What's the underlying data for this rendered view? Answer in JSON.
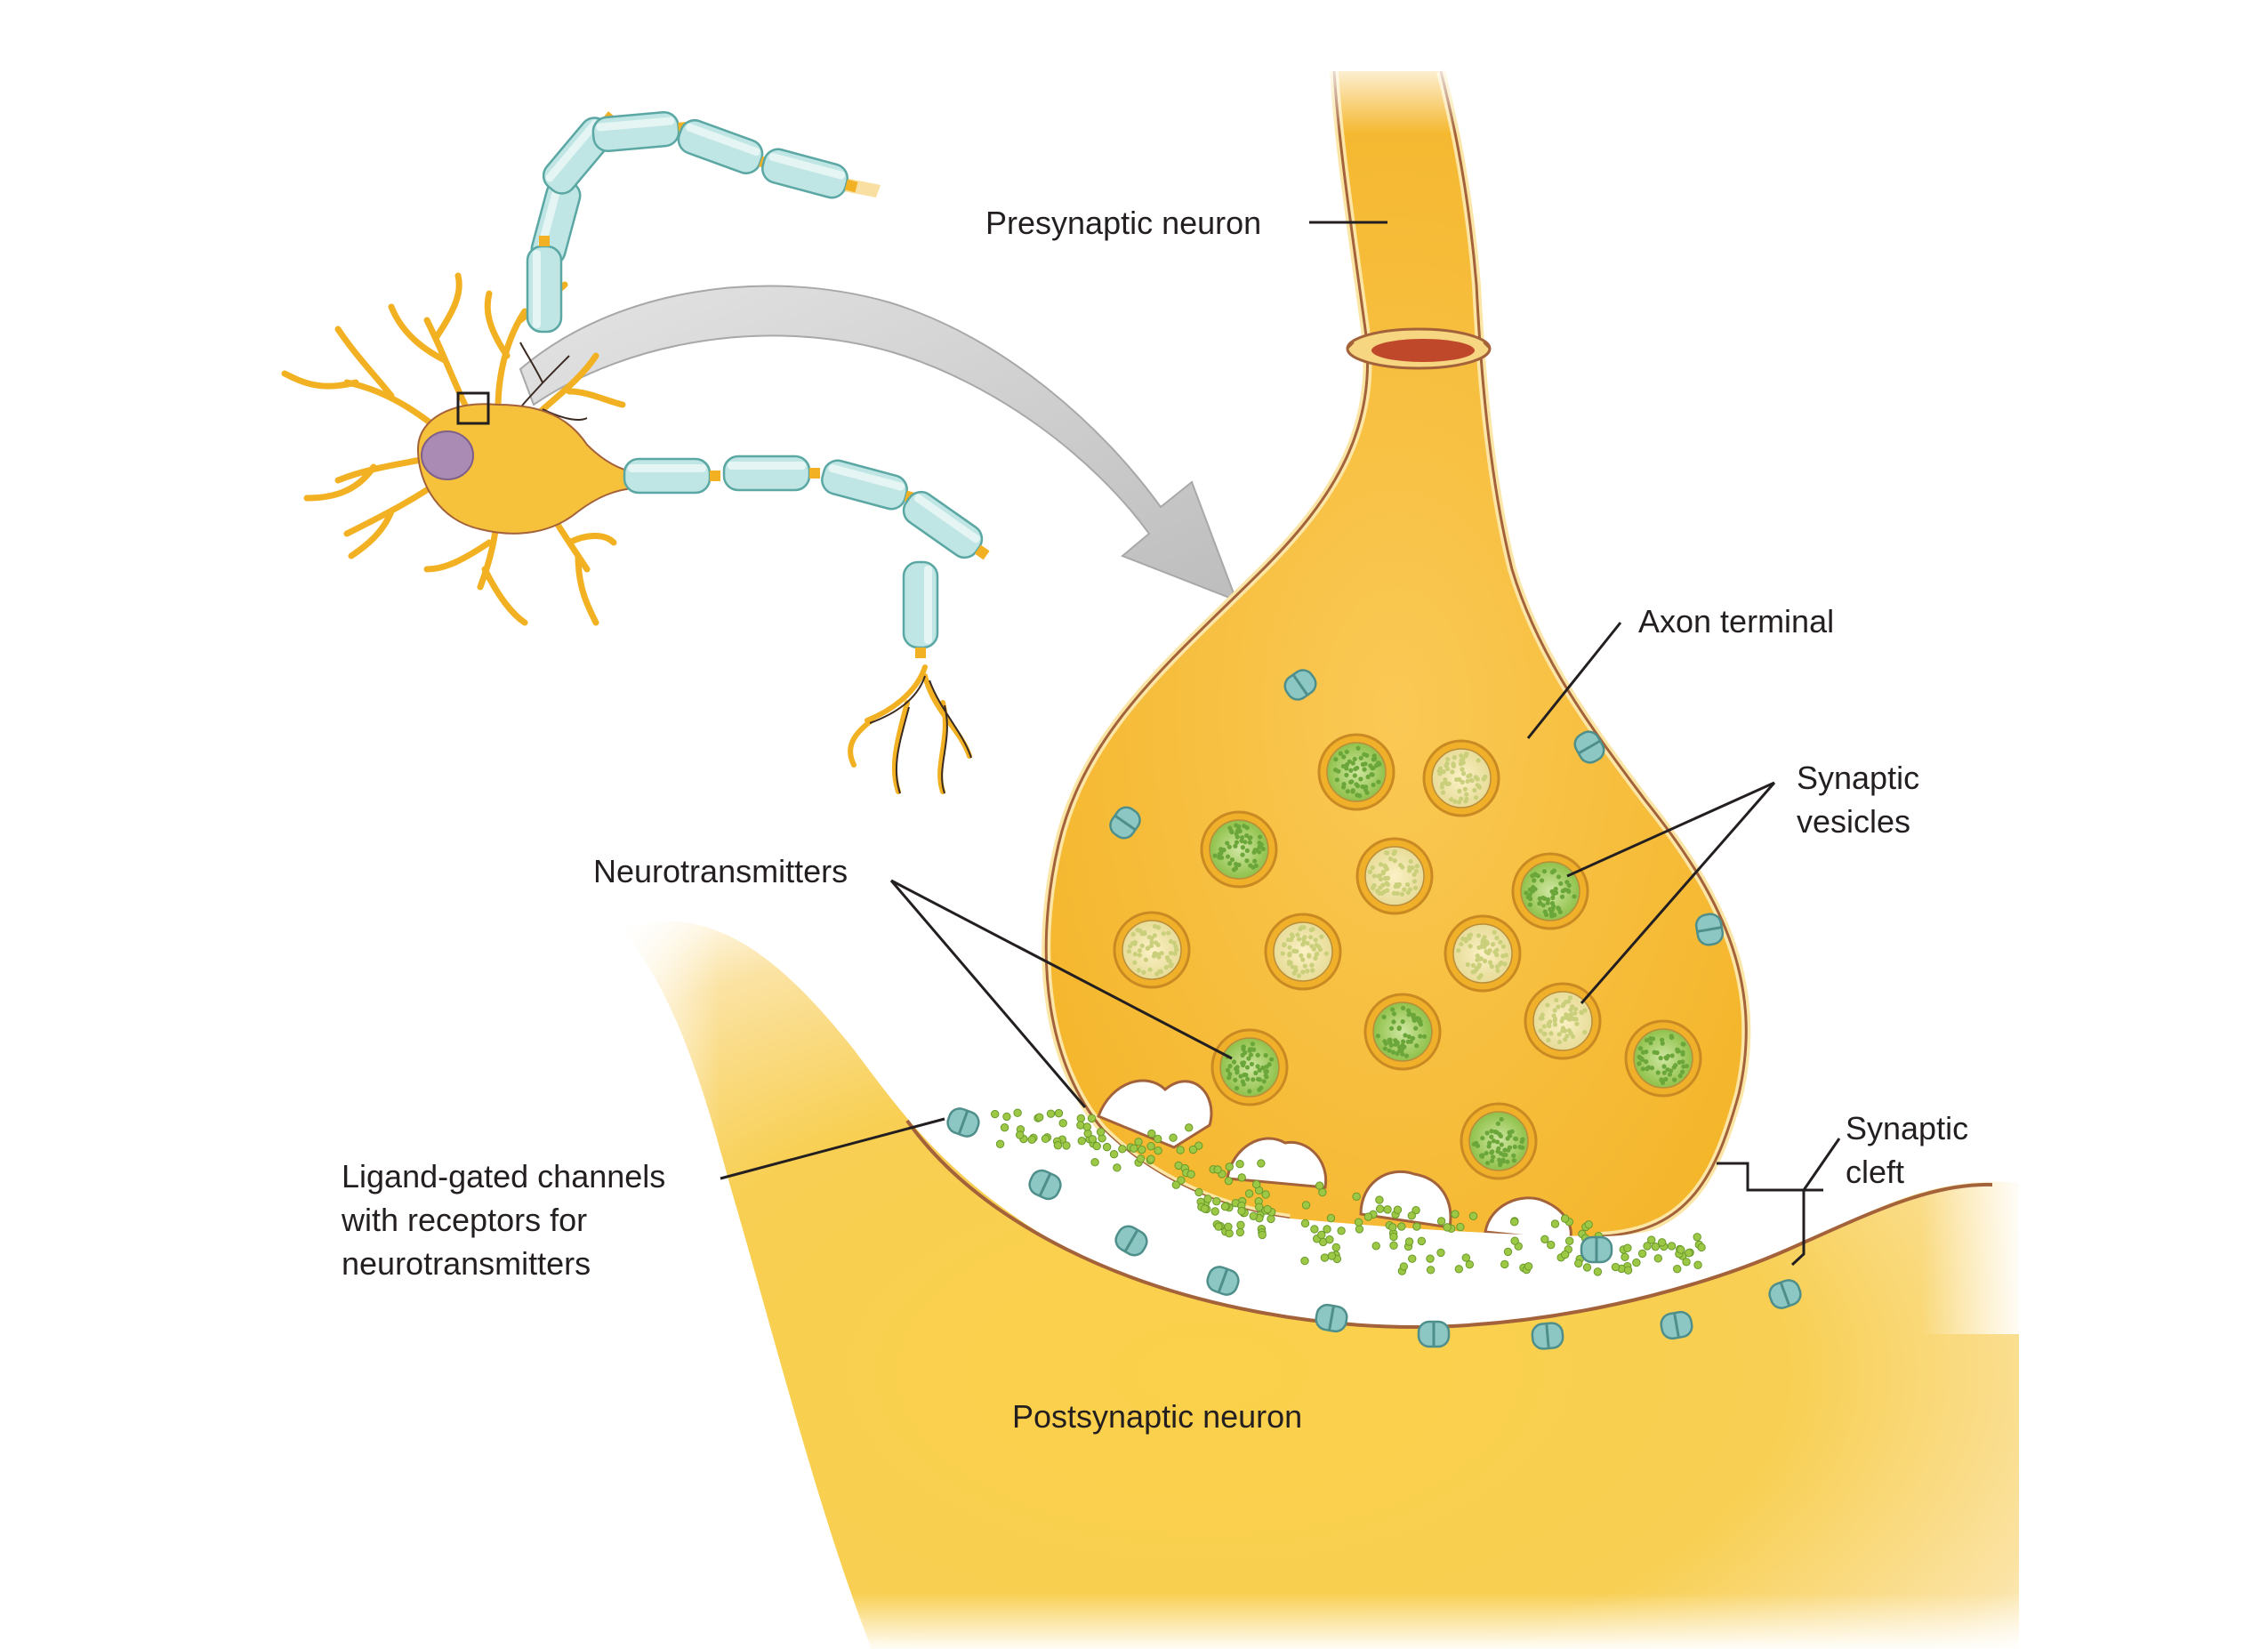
{
  "colors": {
    "background": "#ffffff",
    "neuron_yellow": "#f6bd32",
    "neuron_light": "#fbdc7e",
    "membrane_outline": "#a3623a",
    "myelin": "#bfe6e4",
    "nucleus": "#a98bb4",
    "vesicle_green": "#8fc14a",
    "channel_blue": "#8cc7c4",
    "arrow_gray": "#c9c9c9",
    "text": "#231f20",
    "leader_line": "#231f20"
  },
  "labels": {
    "presynaptic_neuron": "Presynaptic neuron",
    "axon_terminal": "Axon terminal",
    "synaptic_vesicles": [
      "Synaptic",
      "vesicles"
    ],
    "neurotransmitters": "Neurotransmitters",
    "synaptic_cleft": [
      "Synaptic",
      "cleft"
    ],
    "ligand_gated_channels": [
      "Ligand-gated channels",
      "with receptors for",
      "neurotransmitters"
    ],
    "postsynaptic_neuron": "Postsynaptic neuron"
  }
}
